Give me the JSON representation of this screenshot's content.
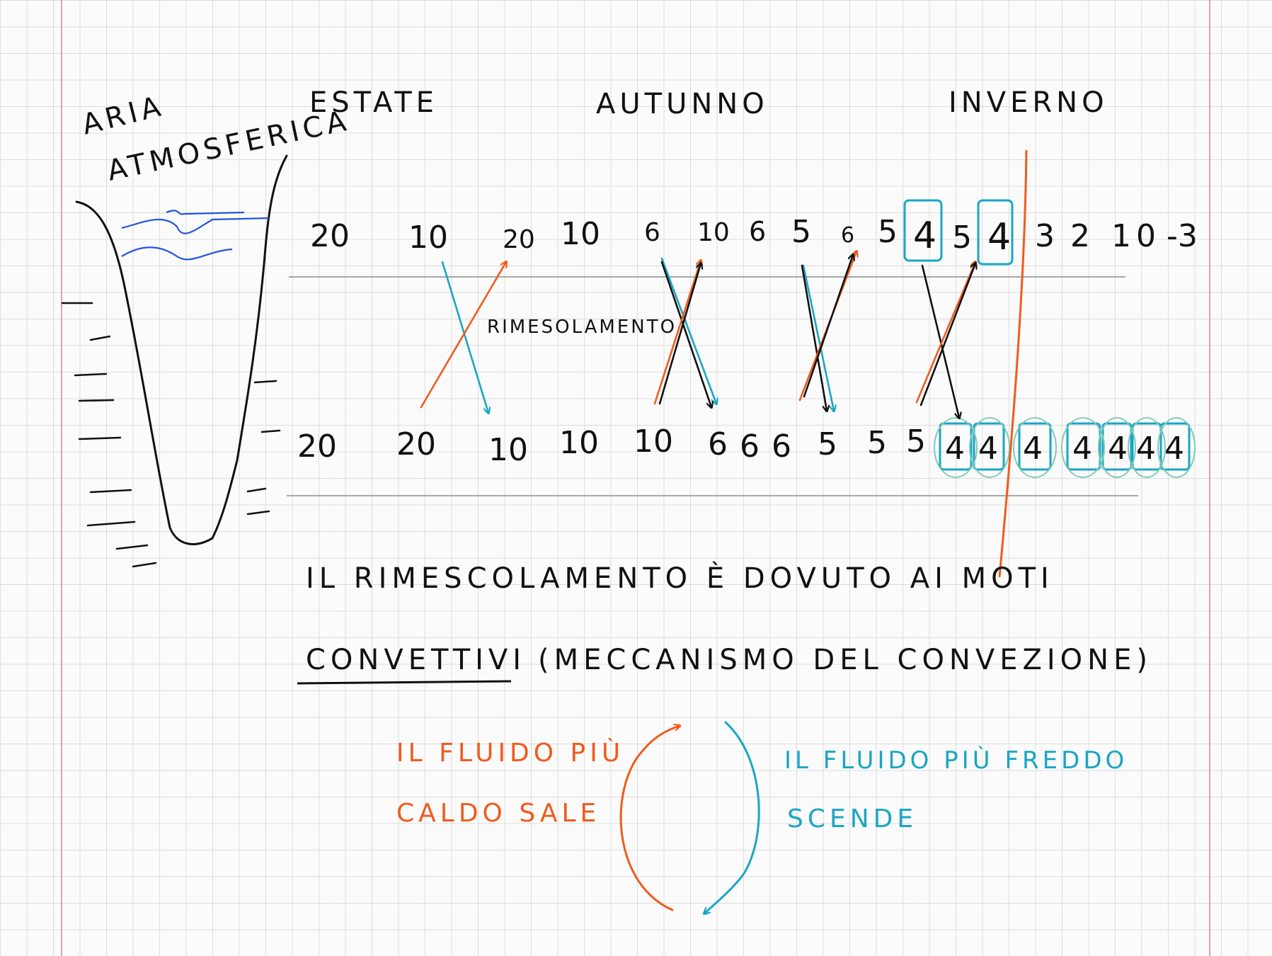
{
  "labels": {
    "aria_line1": "ARIA",
    "aria_line2": "ATMOSFERICA",
    "estate": "ESTATE",
    "autunno": "AUTUNNO",
    "inverno": "INVERNO",
    "rimescolamento": "RIMESOLAMENTO"
  },
  "surface_row": [
    "20",
    "10",
    "20",
    "10",
    "6",
    "10",
    "6",
    "5",
    "6",
    "5",
    "4",
    "5",
    "4",
    "3",
    "2",
    "1",
    "0",
    "-3"
  ],
  "bottom_row": [
    "20",
    "20",
    "10",
    "10",
    "10",
    "6",
    "6",
    "6",
    "5",
    "5",
    "5",
    "4",
    "4",
    "4",
    "4",
    "4",
    "4",
    "4"
  ],
  "sentence": {
    "line1": "IL RIMESCOLAMENTO È DOVUTO AI MOTI",
    "line2_word": "CONVETTIVI",
    "line2_paren": "(MECCANISMO DEL CONVEZIONE)"
  },
  "convection": {
    "warm_line1": "IL FLUIDO PIÙ",
    "warm_line2": "CALDO SALE",
    "cold_line1": "IL FLUIDO PIÙ FREDDO",
    "cold_line2": "SCENDE"
  },
  "colors": {
    "ink": "#111111",
    "orange": "#f25a1c",
    "cyan": "#1aa6c4",
    "blue": "#2255dd",
    "guide": "#a8a8a8",
    "margin": "#e5a0ae"
  }
}
